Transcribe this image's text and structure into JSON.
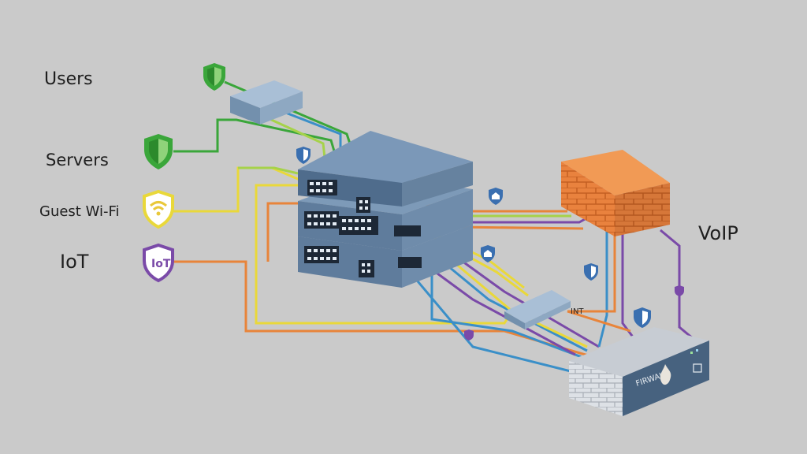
{
  "labels": {
    "users": "Users",
    "servers": "Servers",
    "guest_wifi": "Guest Wi-Fi",
    "iot": "IoT",
    "voip": "VoIP"
  },
  "icons": {
    "users_badge": "green-shield-icon",
    "servers_badge": "green-shield-icon",
    "guest_wifi_badge": "wifi-shield-icon",
    "iot_badge": "iot-shield-icon"
  },
  "devices": {
    "access_switch": "small-switch",
    "core_stack": "stacked-switches",
    "edge_switch": "small-switch",
    "brick_firewall": "brick-wall-firewall",
    "firewall_appliance": {
      "name": "firewall-appliance",
      "text": "FIRWALT"
    },
    "edge_switch_text": "INT"
  },
  "colors": {
    "background": "#cacaca",
    "users": "#3aa63a",
    "users_light": "#a6d24a",
    "servers": "#3aa63a",
    "guest_wifi": "#e9d83a",
    "iot": "#e8843a",
    "voip": "#7a4aa8",
    "blue_link": "#3a8fc8"
  }
}
